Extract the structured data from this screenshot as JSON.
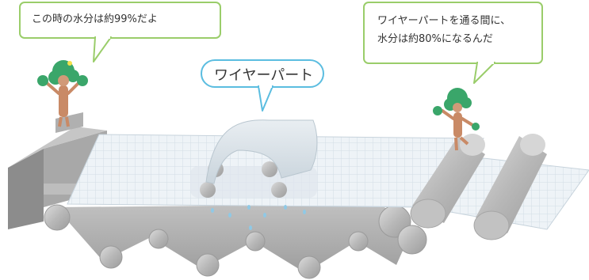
{
  "bubbles": {
    "left": {
      "text": "この時の水分は約99%だよ"
    },
    "right": {
      "line1": "ワイヤーパートを通る間に、",
      "line2": "水分は約80%になるんだ"
    },
    "center": {
      "text": "ワイヤーパート"
    }
  },
  "colors": {
    "bubble_border_green": "#9acd6a",
    "bubble_border_blue": "#5bbde0",
    "machine_gray": "#9a9a9a",
    "roller_gray": "#c4c4c4",
    "wire_mesh": "#e8eef4",
    "water_drop": "#8fc9e6",
    "tree_green": "#3aa66a",
    "character_skin": "#c98a66"
  },
  "icons": [
    "tree-character-icon",
    "water-drop-icon"
  ]
}
